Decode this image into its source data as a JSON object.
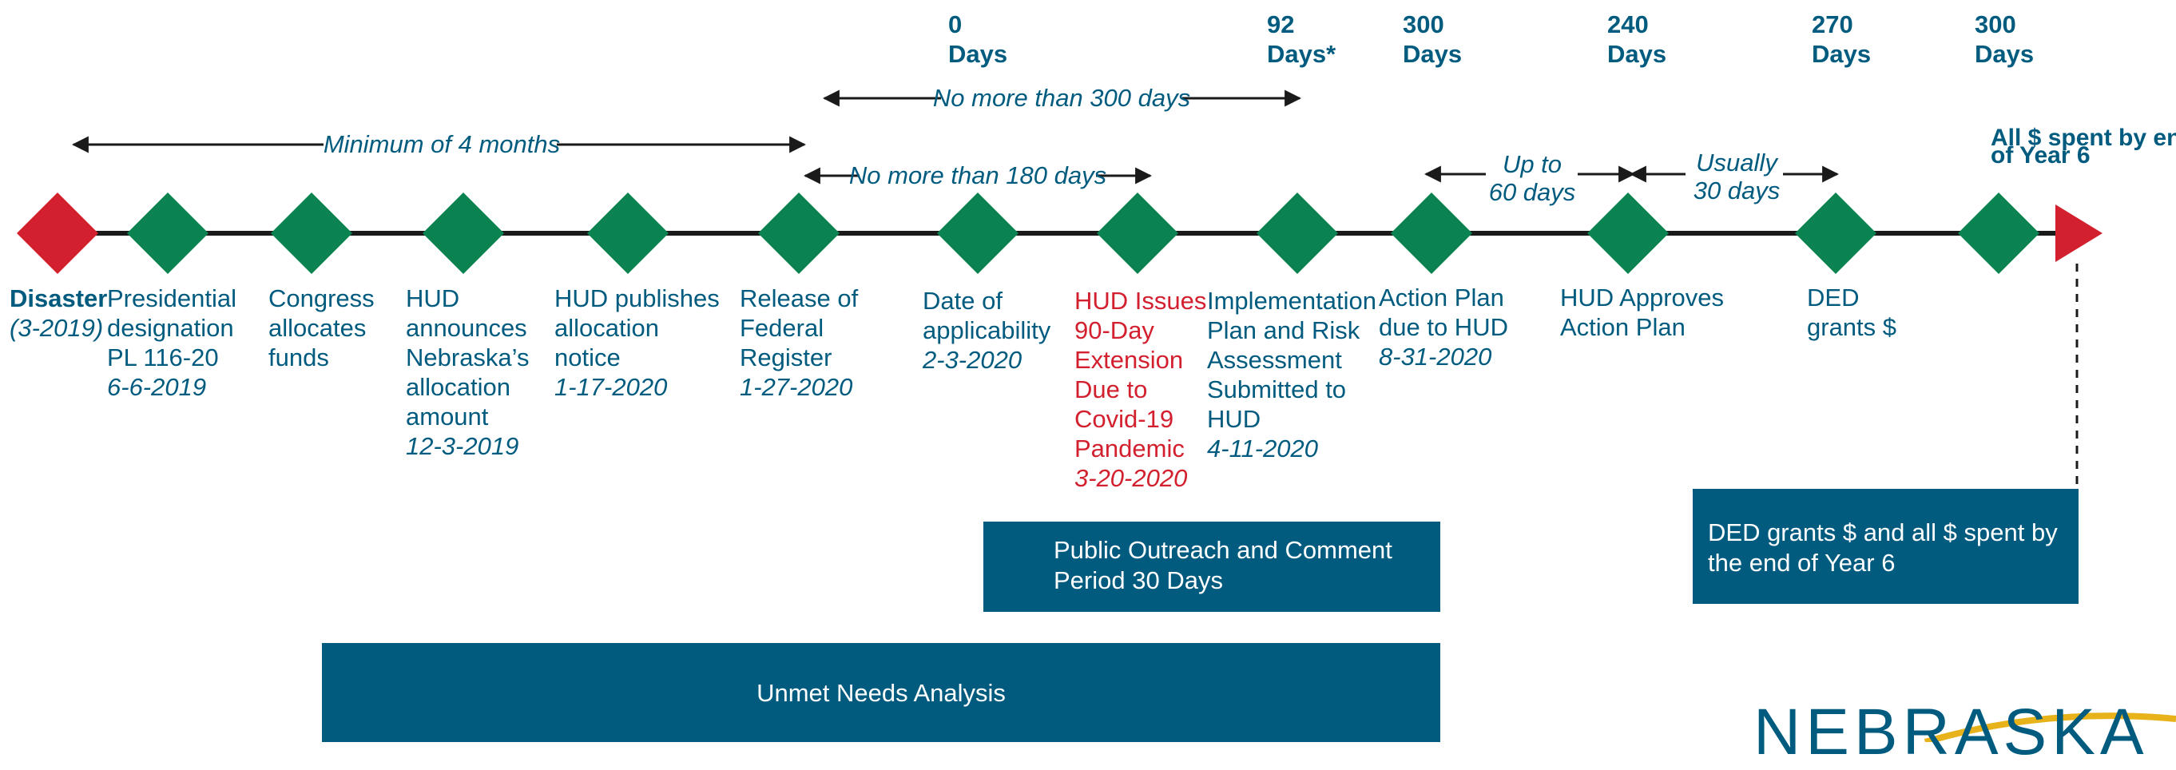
{
  "colors": {
    "blue": "#005b7f",
    "green": "#0a8350",
    "red": "#d3202f",
    "dark": "#1a1a1a",
    "gold": "#e8b21a"
  },
  "day_markers": [
    {
      "num": "0",
      "unit": "Days"
    },
    {
      "num": "92",
      "unit": "Days*"
    },
    {
      "num": "300",
      "unit": "Days"
    },
    {
      "num": "240",
      "unit": "Days"
    },
    {
      "num": "270",
      "unit": "Days"
    },
    {
      "num": "300",
      "unit": "Days"
    }
  ],
  "spans": {
    "min4": "Minimum of 4 months",
    "max300": "No more than 300 days",
    "max180": "No more than 180 days",
    "upto60": [
      "Up to",
      "60 days"
    ],
    "usually30": [
      "Usually",
      "30 days"
    ]
  },
  "end_label": [
    "All $ spent by end",
    "of Year 6"
  ],
  "milestones": [
    {
      "lines": [
        "Disaster"
      ],
      "date": "(3-2019)"
    },
    {
      "lines": [
        "Presidential",
        "designation",
        "PL 116-20"
      ],
      "date": "6-6-2019"
    },
    {
      "lines": [
        "Congress",
        "allocates",
        "funds"
      ],
      "date": ""
    },
    {
      "lines": [
        "HUD",
        "announces",
        "Nebraska’s",
        "allocation",
        "amount"
      ],
      "date": "12-3-2019"
    },
    {
      "lines": [
        "HUD publishes",
        "allocation",
        "notice"
      ],
      "date": "1-17-2020"
    },
    {
      "lines": [
        "Release of",
        "Federal",
        "Register"
      ],
      "date": "1-27-2020"
    },
    {
      "lines": [
        "Date of",
        "applicability"
      ],
      "date": "2-3-2020"
    },
    {
      "lines": [
        "HUD Issues",
        "90-Day",
        "Extension",
        "Due to",
        "Covid-19",
        "Pandemic"
      ],
      "date": "3-20-2020"
    },
    {
      "lines": [
        "Implementation",
        "Plan and Risk",
        "Assessment",
        "Submitted to",
        "HUD"
      ],
      "date": "4-11-2020"
    },
    {
      "lines": [
        "Action Plan",
        "due to HUD"
      ],
      "date": "8-31-2020"
    },
    {
      "lines": [
        "HUD Approves",
        "Action Plan"
      ],
      "date": ""
    },
    {
      "lines": [
        "DED",
        "grants $"
      ],
      "date": ""
    }
  ],
  "boxes": {
    "outreach": [
      "Public Outreach and Comment",
      "Period 30 Days"
    ],
    "ded": [
      "DED grants $ and all $ spent by",
      "the end of Year 6"
    ],
    "unmet": "Unmet Needs Analysis"
  },
  "logo_text": "NEBRASKA"
}
